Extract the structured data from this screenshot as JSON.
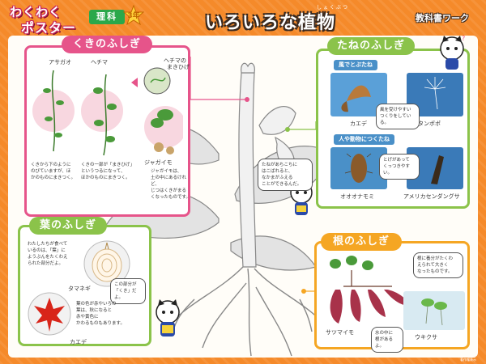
{
  "header": {
    "logo_line1": "わくわく",
    "logo_line2": "ポスター",
    "subject": "理科",
    "grade": "3年",
    "title": "いろいろな植物",
    "title_ruby": "しょくぶつ",
    "workbook": "教科書ワーク"
  },
  "stem_panel": {
    "title": "くきのふしぎ",
    "labels": [
      "アサガオ",
      "ヘチマ",
      "ヘチマの",
      "まきひげ",
      "ジャガイモ"
    ],
    "note1": [
      "くきから下のように",
      "のびていますが、ほ",
      "かのものにまきつく。"
    ],
    "note2": [
      "くきの一部が「まきひげ」",
      "というつるになって、",
      "ほかのものにまきつく。"
    ],
    "note3": [
      "ジャガイモは、",
      "土の中にあるけれど、",
      "じつはくきがまる",
      "くなったものです。"
    ]
  },
  "seed_panel": {
    "title": "たねのふしぎ",
    "sub1": "風でとぶたね",
    "sub2": "人や動物につくたね",
    "labels": [
      "カエデ",
      "タンポポ",
      "オオオナモミ",
      "アメリカセンダングサ"
    ],
    "note1": [
      "風を受けやすい",
      "つくりをしている。"
    ],
    "note2": [
      "とげがあって",
      "くっつきやすい。"
    ]
  },
  "leaf_panel": {
    "title": "葉のふしぎ",
    "labels": [
      "タマネギ",
      "カエデ"
    ],
    "note1": [
      "わたしたちが食べて",
      "いるのは、「葉」に",
      "ようぶんをたくわえ",
      "られた部分だよ。"
    ],
    "bubble1": [
      "この部分が",
      "「くき」だよ。"
    ],
    "note2": [
      "葉の色が赤やいろの",
      "葉は、秋になると",
      "赤や黄色に",
      "かわるものもあります。"
    ]
  },
  "root_panel": {
    "title": "根のふしぎ",
    "labels": [
      "サツマイモ",
      "ウキクサ"
    ],
    "bubble1": [
      "根に養分がたくわ",
      "えられて大きく",
      "なったものです。"
    ],
    "bubble2": [
      "水の中に",
      "根があるよ。"
    ]
  },
  "mascot_bubbles": {
    "center": [
      "たねがあちこちに",
      "はこばれると、",
      "なかまがふえる",
      "ことができるんだ。"
    ]
  },
  "footer": "著作権表示"
}
